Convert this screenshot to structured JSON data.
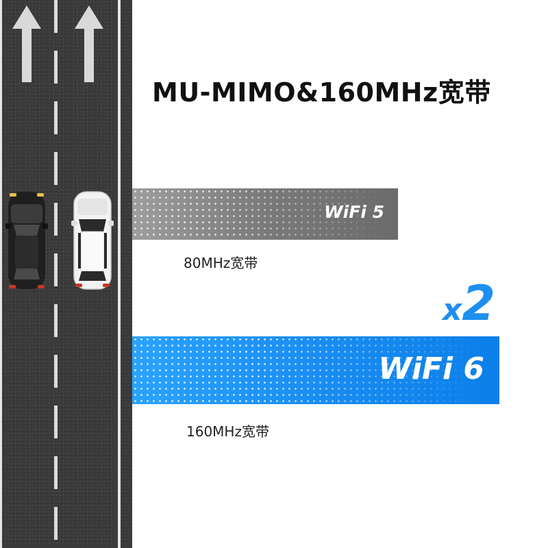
{
  "title": "MU-MIMO&160MHz宽带",
  "colors": {
    "road": "#3a3a3b",
    "wifi5_bar": "#7a7a7a",
    "wifi6_bar": "#1a8df2",
    "accent": "#1d8ff0",
    "black_car": "#222222",
    "white_car": "#f2f2f2"
  },
  "road": {
    "lane_arrow_icon": "up-arrow-icon",
    "cars": [
      "black-car",
      "white-car"
    ]
  },
  "wifi5": {
    "label": "WiFi 5",
    "caption": "80MHz宽带"
  },
  "wifi6": {
    "label": "WiFi 6",
    "caption": "160MHz宽带"
  },
  "multiplier": {
    "prefix": "x",
    "value": "2"
  }
}
